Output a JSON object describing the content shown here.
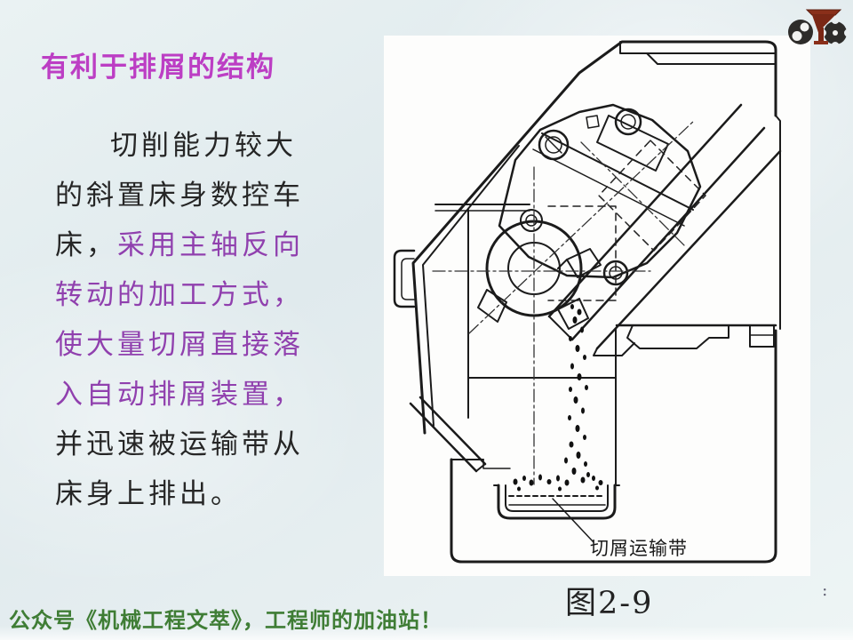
{
  "slide": {
    "title": {
      "text": "有利于排屑的结构",
      "color": "#bc3ec4"
    },
    "body": {
      "black_color": "#262626",
      "emphasis_color": "#9040ae",
      "lines": [
        {
          "segments": [
            {
              "text": "切削能力较大",
              "style": "black"
            }
          ]
        },
        {
          "segments": [
            {
              "text": "的斜置床身数控车",
              "style": "black"
            }
          ]
        },
        {
          "segments": [
            {
              "text": "床，",
              "style": "black"
            },
            {
              "text": "采用主轴反向",
              "style": "purple"
            }
          ]
        },
        {
          "segments": [
            {
              "text": "转动的加工方式，",
              "style": "purple"
            }
          ]
        },
        {
          "segments": [
            {
              "text": "使大量切屑直接落",
              "style": "purple"
            }
          ]
        },
        {
          "segments": [
            {
              "text": "入自动排屑装置，",
              "style": "purple"
            }
          ]
        },
        {
          "segments": [
            {
              "text": "并迅速被运输带从",
              "style": "black"
            }
          ]
        },
        {
          "segments": [
            {
              "text": "床身上排出。",
              "style": "black"
            }
          ]
        }
      ]
    },
    "figure": {
      "label": "切屑运输带",
      "caption": "图2-9",
      "description": "cross-section of slant-bed CNC lathe with chips falling onto chip conveyor belt"
    },
    "footer": {
      "text": "公众号《机械工程文萃》，工程师的加油站！",
      "color": "#3f7d35"
    },
    "artifact_colon": ":",
    "logo": {
      "name": "mechanical-engineering-gears-anvil-logo"
    }
  }
}
